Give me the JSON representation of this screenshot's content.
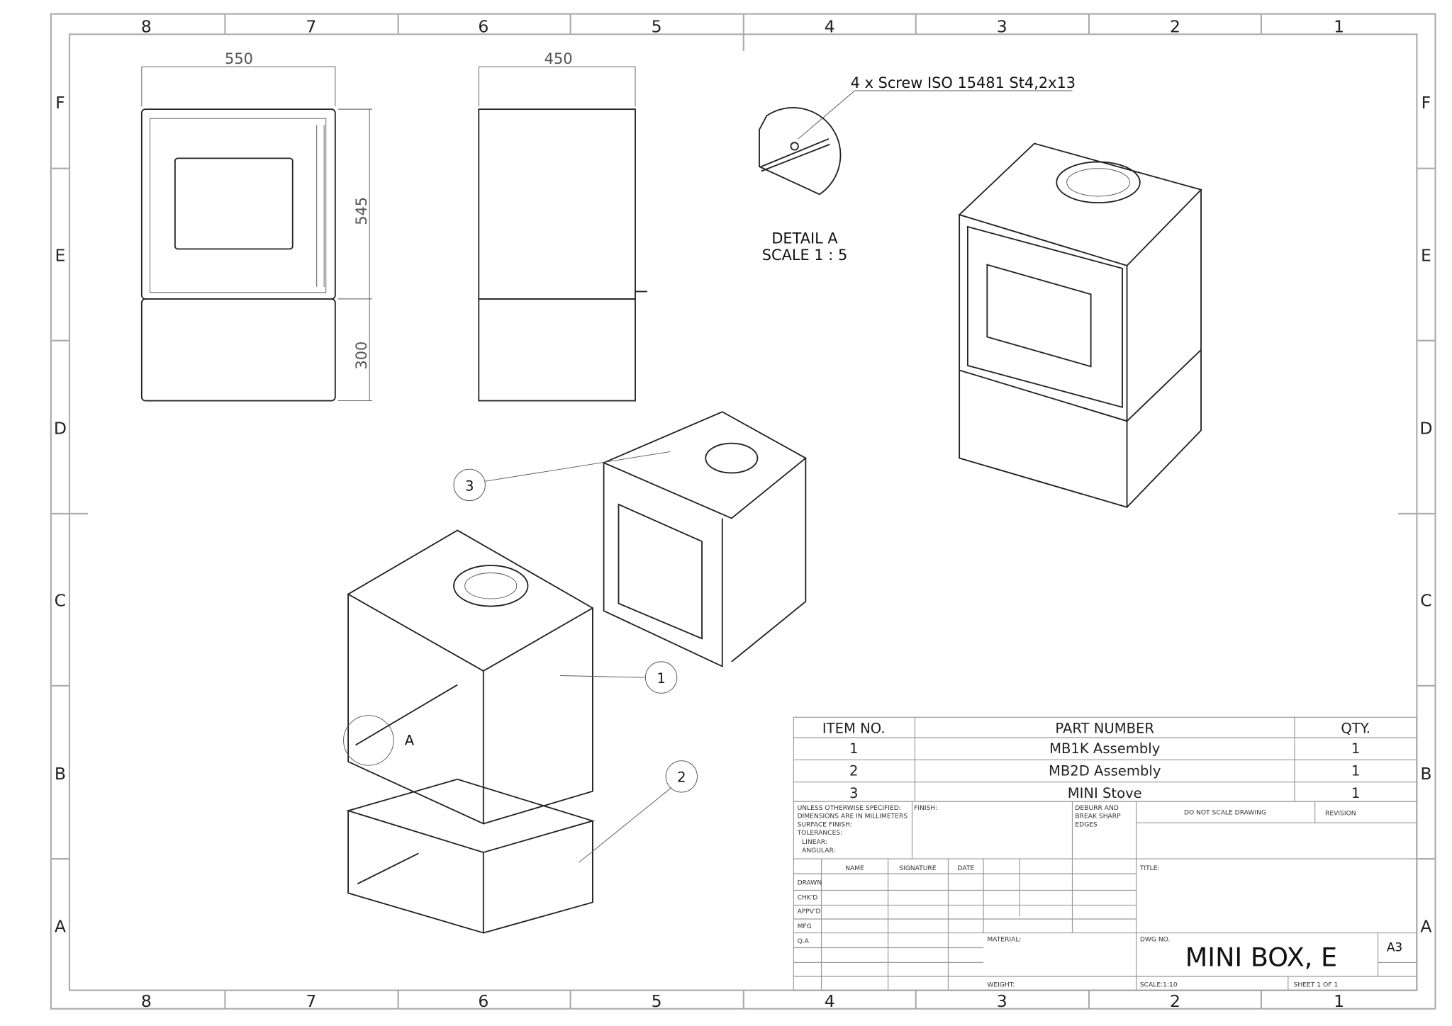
{
  "zones": {
    "columns": [
      "8",
      "7",
      "6",
      "5",
      "4",
      "3",
      "2",
      "1"
    ],
    "rows": [
      "F",
      "E",
      "D",
      "C",
      "B",
      "A"
    ]
  },
  "dimensions": {
    "width_front": "550",
    "width_side": "450",
    "height_upper": "545",
    "height_lower": "300"
  },
  "detail": {
    "callout": "4 x Screw ISO 15481 St4,2x13",
    "title": "DETAIL A",
    "scale": "SCALE 1 : 5",
    "marker": "A"
  },
  "balloons": [
    "1",
    "2",
    "3"
  ],
  "bom": {
    "headers": [
      "ITEM NO.",
      "PART NUMBER",
      "QTY."
    ],
    "rows": [
      [
        "1",
        "MB1K Assembly",
        "1"
      ],
      [
        "2",
        "MB2D Assembly",
        "1"
      ],
      [
        "3",
        "MINI Stove",
        "1"
      ]
    ]
  },
  "title_block": {
    "notes": [
      "UNLESS OTHERWISE SPECIFIED:",
      "DIMENSIONS ARE IN MILLIMETERS",
      "SURFACE FINISH:",
      "TOLERANCES:",
      "LINEAR:",
      "ANGULAR:"
    ],
    "finish": "FINISH:",
    "deburr": [
      "DEBURR AND",
      "BREAK SHARP",
      "EDGES"
    ],
    "do_not_scale": "DO NOT SCALE DRAWING",
    "revision": "REVISION",
    "col_headers": [
      "NAME",
      "SIGNATURE",
      "DATE"
    ],
    "roles": [
      "DRAWN",
      "CHK'D",
      "APPV'D",
      "MFG",
      "Q.A"
    ],
    "title_label": "TITLE:",
    "material": "MATERIAL:",
    "weight": "WEIGHT:",
    "dwg_no_label": "DWG NO.",
    "dwg_no": "MINI BOX, E",
    "size": "A3",
    "scale": "SCALE:1:10",
    "sheet": "SHEET 1 OF 1"
  }
}
